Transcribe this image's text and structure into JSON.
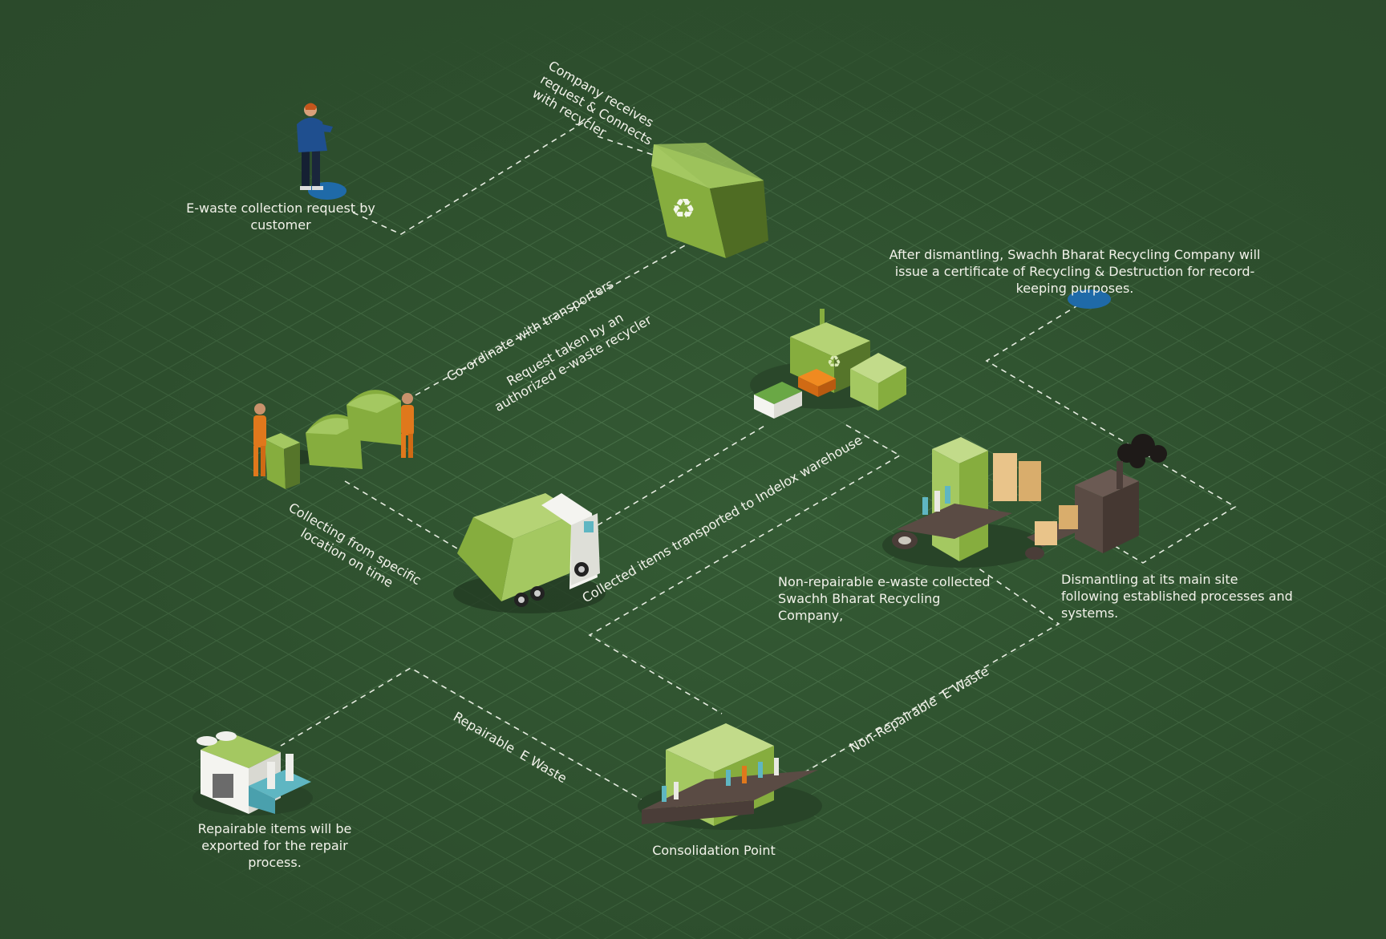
{
  "colors": {
    "background": "#2e4f2e",
    "grid": "#4f7a4f",
    "text": "#f2f2ea",
    "dash": "#e6ece0",
    "green_light": "#a4c861",
    "green_dark": "#56752a",
    "orange": "#e0781c",
    "blue": "#1f6aa8"
  },
  "steps": {
    "customer_request": "E-waste collection request by customer",
    "company_receives": "Company receives request & Connects with recycler",
    "coordinate": "Co-ordinate with transporters",
    "request_taken": "Request taken by an authorized e-waste recycler",
    "collecting": "Collecting from specific location on time",
    "transported": "Collected items transported to Indelox warehouse",
    "certificate": "After dismantling, Swachh Bharat Recycling Company will issue a certificate of Recycling & Destruction for record-keeping purposes.",
    "non_repairable_collected": "Non-repairable e-waste collected Swachh Bharat Recycling Company,",
    "dismantling": "Dismantling at its main site following established processes and systems.",
    "repairable_ewaste": "Repairable  E Waste",
    "non_repairable_ewaste": "Non-Repairable  E Waste",
    "repairable_export": "Repairable items will be exported for the repair process.",
    "consolidation": "Consolidation Point"
  },
  "icons": [
    "customer-person-icon",
    "recycle-bin-icon",
    "worker-bins-icon",
    "garbage-truck-icon",
    "warehouse-factory-icon",
    "dismantling-conveyor-icon",
    "smoking-factory-icon",
    "repair-factory-icon",
    "consolidation-conveyor-icon",
    "certificate-marker-icon"
  ]
}
